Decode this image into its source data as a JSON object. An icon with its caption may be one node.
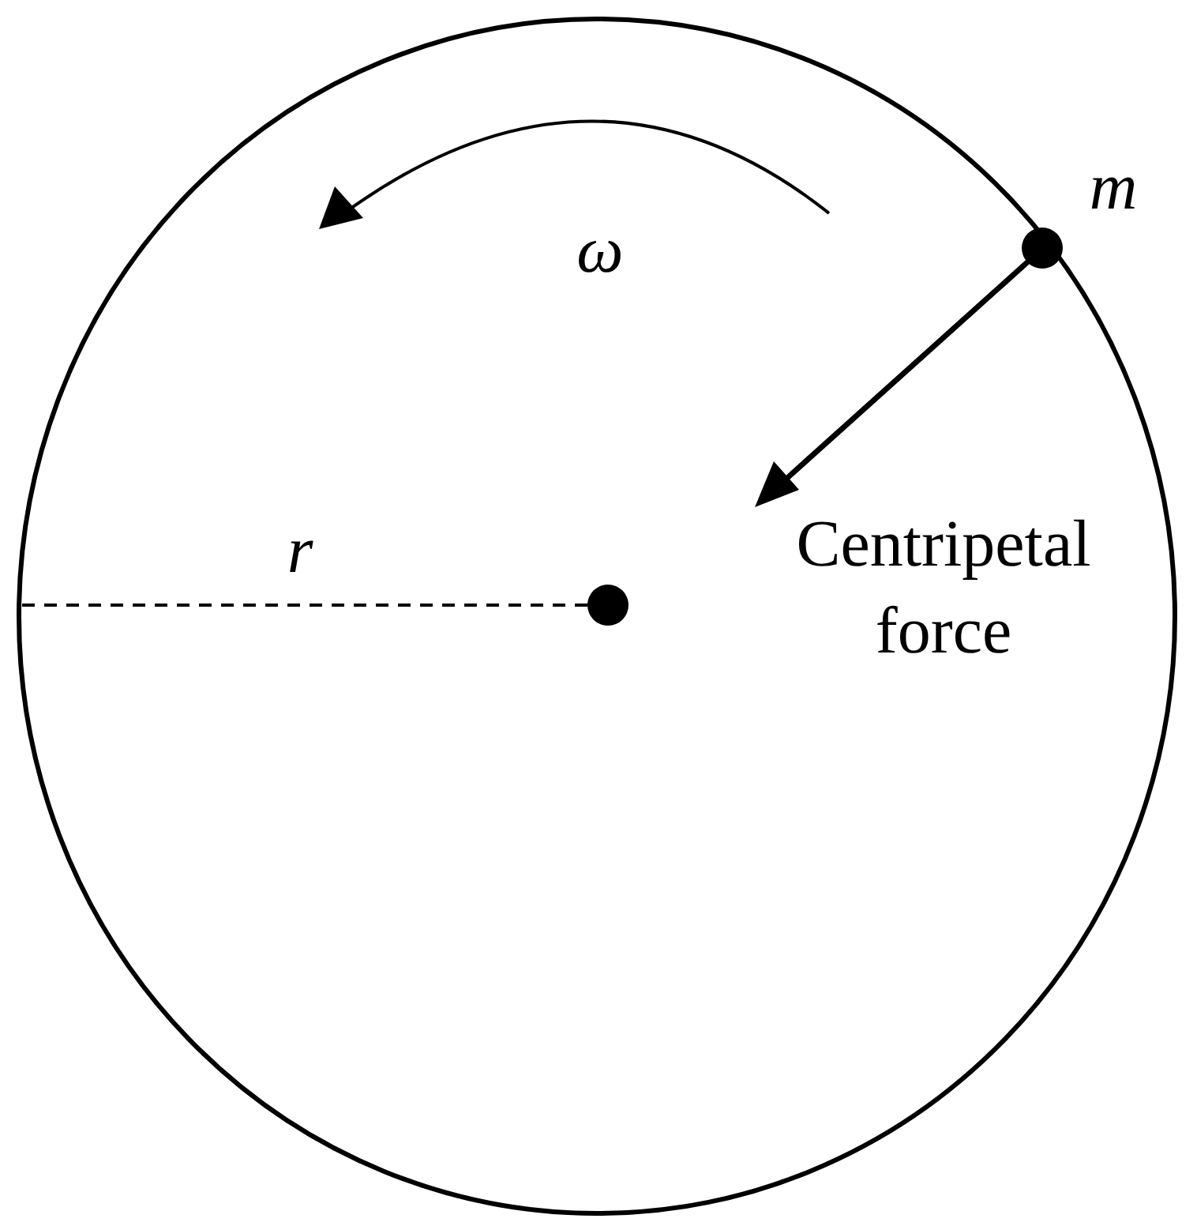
{
  "diagram": {
    "labels": [
      "m",
      "ω",
      "r",
      "Centripetal force"
    ]
  }
}
